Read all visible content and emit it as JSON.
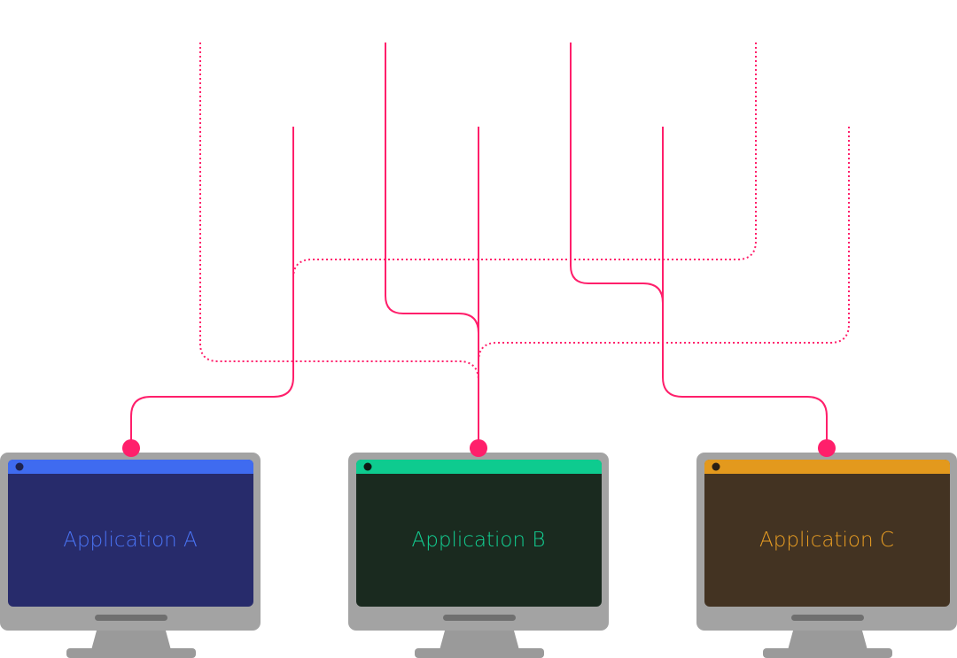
{
  "colors": {
    "connector": "#ff1f6b",
    "bezel": "#a3a3a3",
    "bezel_shadow": "#8f8f8f",
    "stand": "#9a9a9a",
    "speaker": "#6f6f6f"
  },
  "applications": [
    {
      "label": "Application A",
      "bar_color": "#3f6bf0",
      "screen_color": "#272b6b",
      "text_color": "#4a74f5",
      "dot_color": "#1e2350"
    },
    {
      "label": "Application B",
      "bar_color": "#0ecb8f",
      "screen_color": "#1a2a1f",
      "text_color": "#12cf92",
      "dot_color": "#0d1a13"
    },
    {
      "label": "Application C",
      "bar_color": "#e3991d",
      "screen_color": "#433322",
      "text_color": "#e89d22",
      "dot_color": "#2b2014"
    }
  ],
  "connections": [
    {
      "id": "1",
      "style": "dotted",
      "target": 1
    },
    {
      "id": "2",
      "style": "solid",
      "target": 1
    },
    {
      "id": "3",
      "style": "solid",
      "target": 2
    },
    {
      "id": "4",
      "style": "dotted",
      "target": 0
    },
    {
      "id": "5",
      "style": "solid",
      "target": 0
    },
    {
      "id": "6",
      "style": "solid",
      "target": 1
    },
    {
      "id": "7",
      "style": "solid",
      "target": 2
    },
    {
      "id": "8",
      "style": "dotted",
      "target": 1
    }
  ]
}
